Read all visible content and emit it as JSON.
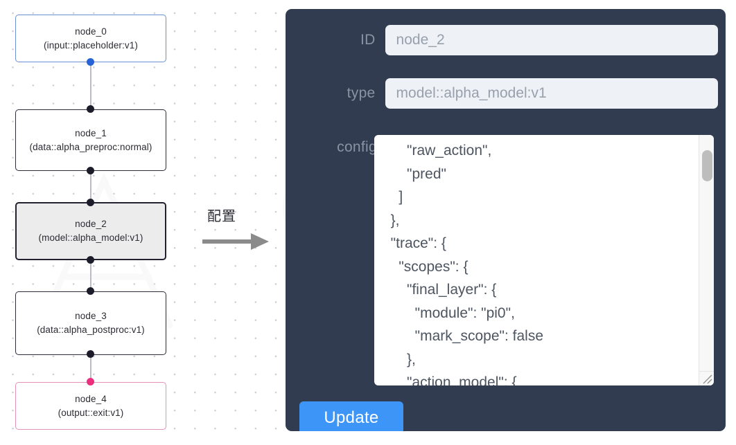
{
  "canvas": {
    "grid": "dot-grid",
    "background": "#ffffff",
    "dot_color": "#c9cdd4"
  },
  "graph": {
    "nodes": [
      {
        "id": "node_0",
        "title": "node_0",
        "subtitle": "(input::placeholder:v1)",
        "state": "blue",
        "border_color": "#6b8fd4",
        "fill": "#ffffff"
      },
      {
        "id": "node_1",
        "title": "node_1",
        "subtitle": "(data::alpha_preproc:normal)",
        "state": "default",
        "border_color": "#2b2b3a",
        "fill": "#ffffff"
      },
      {
        "id": "node_2",
        "title": "node_2",
        "subtitle": "(model::alpha_model:v1)",
        "state": "selected",
        "border_color": "#22222e",
        "fill": "#ececec"
      },
      {
        "id": "node_3",
        "title": "node_3",
        "subtitle": "(data::alpha_postproc:v1)",
        "state": "default",
        "border_color": "#2b2b3a",
        "fill": "#ffffff"
      },
      {
        "id": "node_4",
        "title": "node_4",
        "subtitle": "(output::exit:v1)",
        "state": "pink",
        "border_color": "#e491b8",
        "fill": "#ffffff"
      }
    ],
    "edge_color": "#b9bcc2",
    "handle_colors": {
      "default": "#1c1c2b",
      "blue": "#2563d6",
      "pink": "#ec2e7f"
    }
  },
  "annotation": {
    "label": "配置",
    "arrow_color": "#7a7a7a"
  },
  "panel": {
    "background": "#313c50",
    "fields": [
      {
        "label": "ID",
        "value": "node_2"
      },
      {
        "label": "type",
        "value": "model::alpha_model:v1"
      }
    ],
    "config": {
      "label": "config",
      "value": "      \"raw_action\",\n      \"pred\"\n    ]\n  },\n  \"trace\": {\n    \"scopes\": {\n      \"final_layer\": {\n        \"module\": \"pi0\",\n        \"mark_scope\": false\n      },\n      \"action_model\": {",
      "scrollbar": {
        "visible": true,
        "thumb_position": "near-top"
      },
      "resizable": true
    },
    "update_button": {
      "label": "Update",
      "color": "#3d96f7"
    }
  }
}
